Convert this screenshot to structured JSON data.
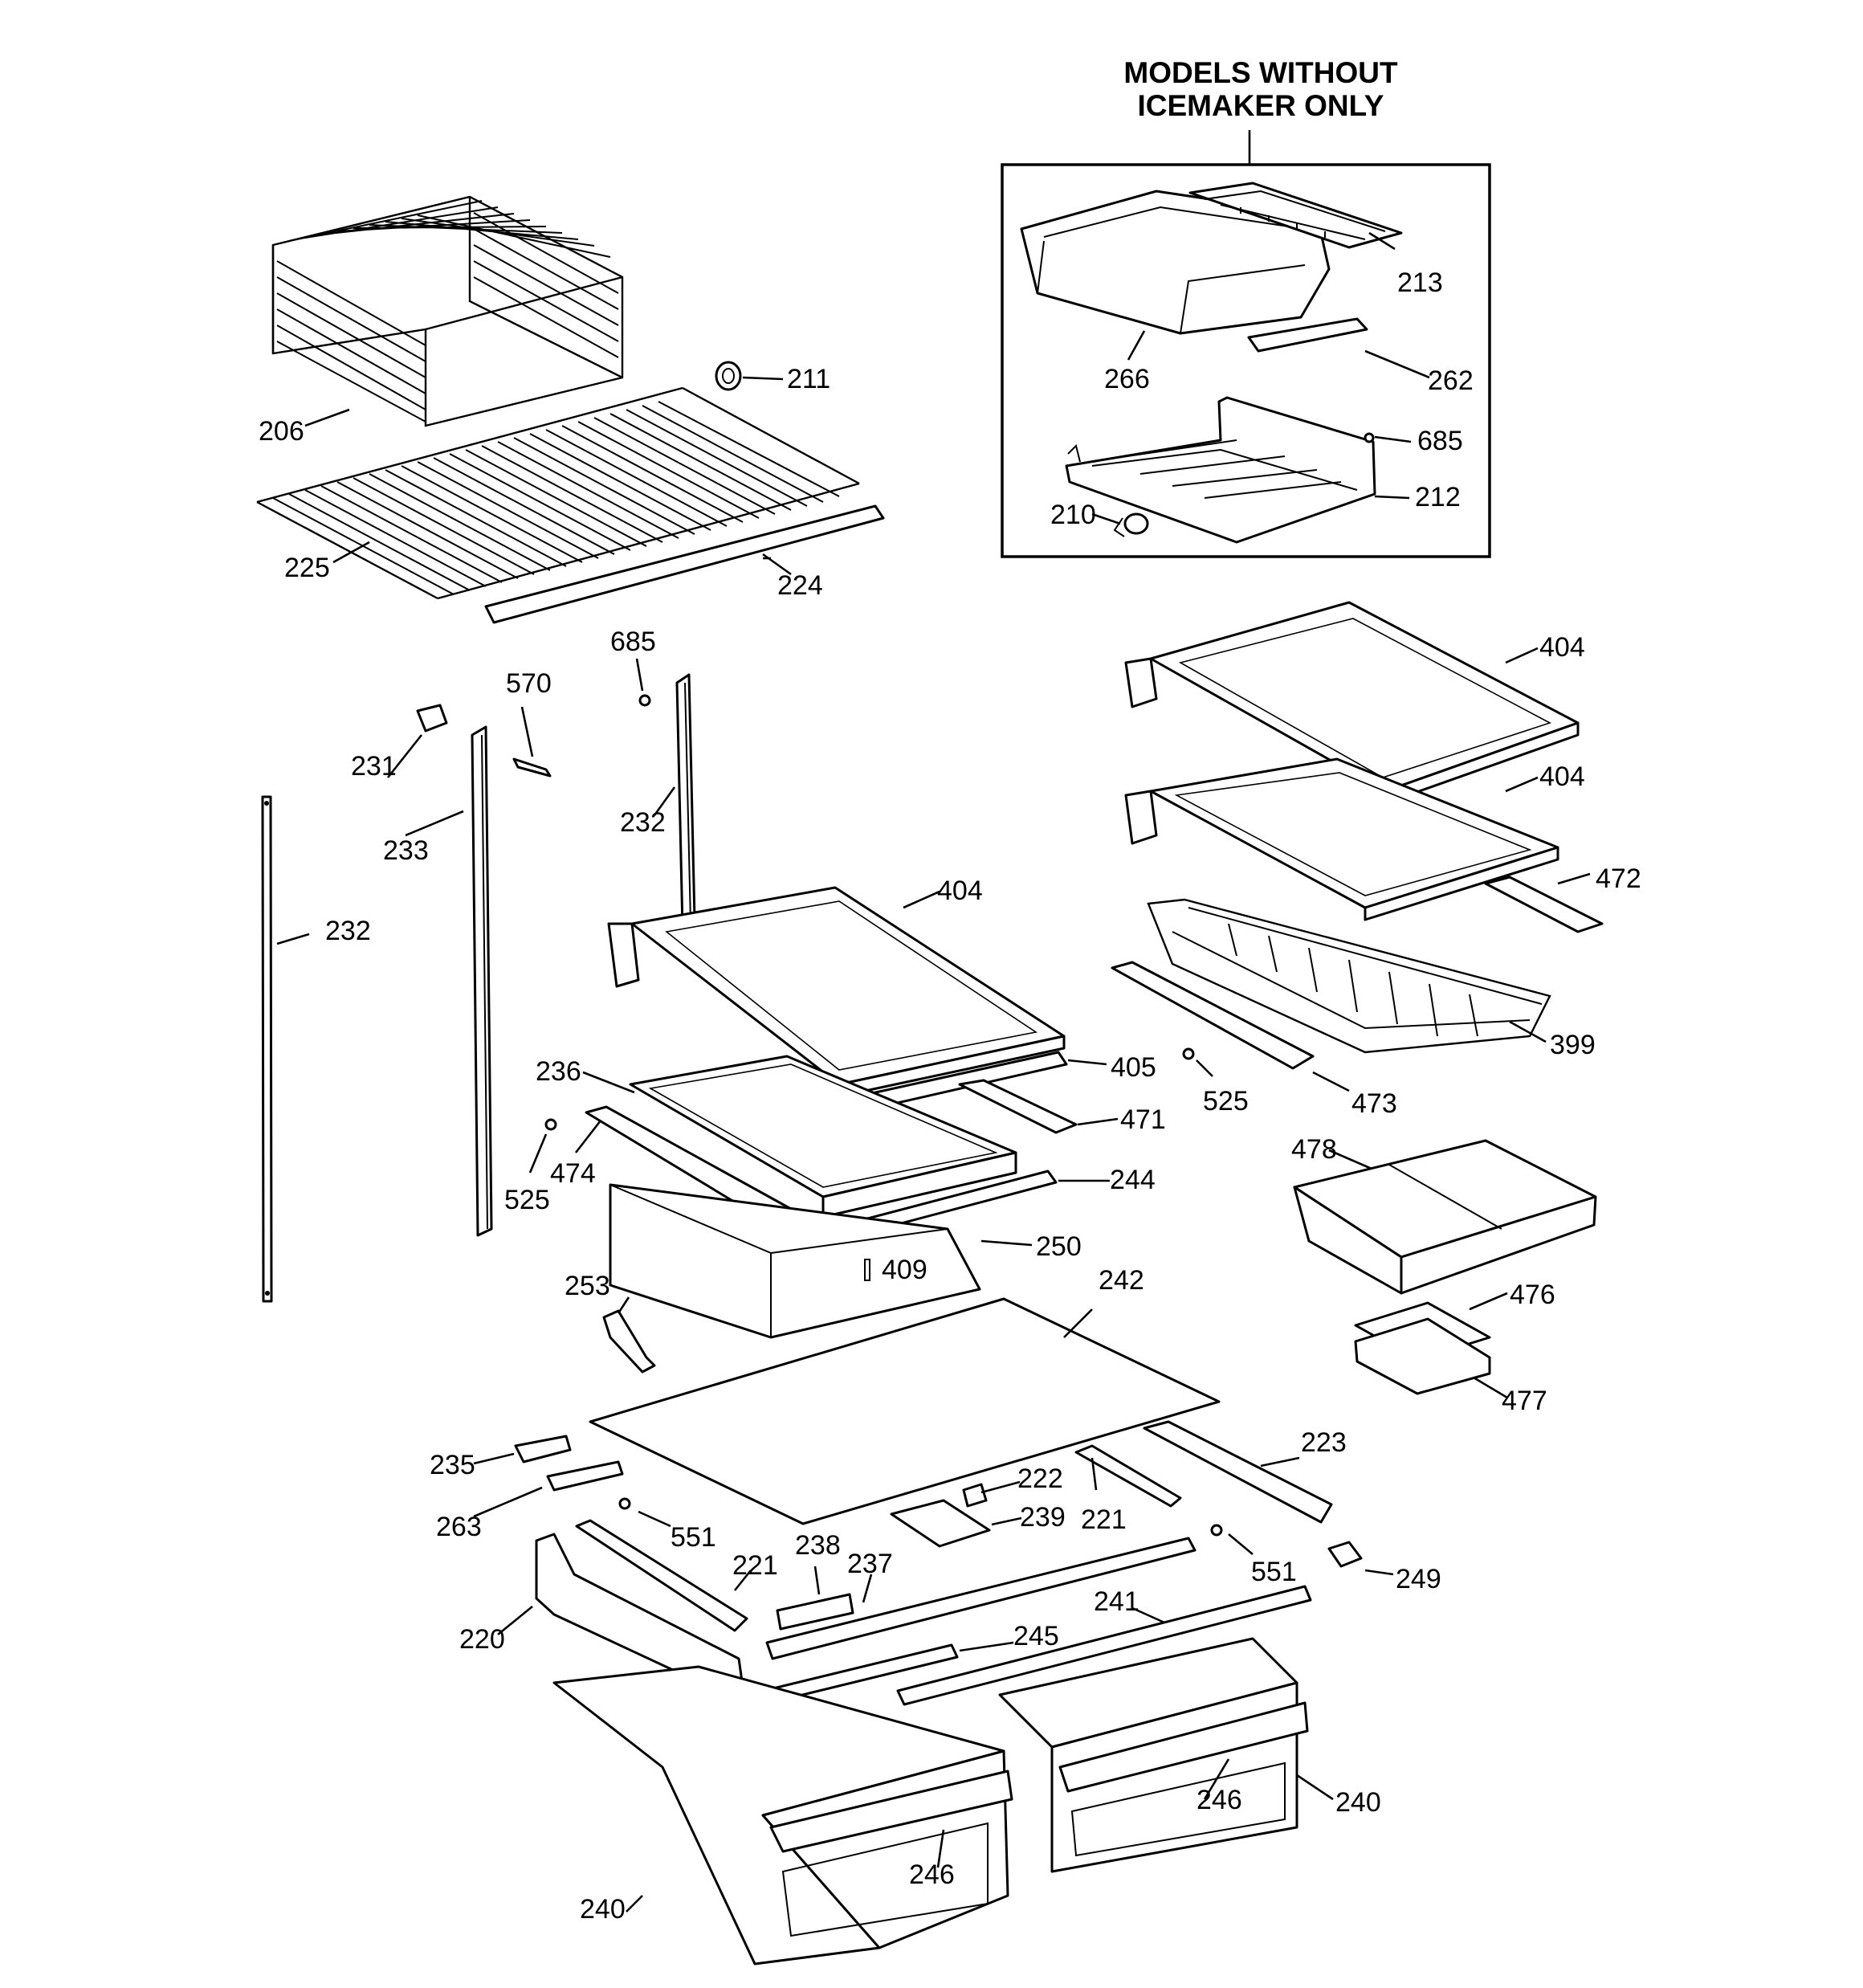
{
  "inset": {
    "title_line1": "MODELS WITHOUT",
    "title_line2": "ICEMAKER ONLY"
  },
  "callouts": {
    "c206": "206",
    "c211": "211",
    "c225": "225",
    "c224": "224",
    "c213": "213",
    "c266": "266",
    "c262": "262",
    "c685a": "685",
    "c212": "212",
    "c210": "210",
    "c685b": "685",
    "c570": "570",
    "c231": "231",
    "c232a": "232",
    "c233": "233",
    "c232b": "232",
    "c404a": "404",
    "c404b": "404",
    "c472": "472",
    "c399": "399",
    "c473": "473",
    "c525a": "525",
    "c404c": "404",
    "c236": "236",
    "c405": "405",
    "c471": "471",
    "c474": "474",
    "c525b": "525",
    "c244": "244",
    "c250": "250",
    "c409": "409",
    "c478": "478",
    "c476": "476",
    "c477": "477",
    "c253": "253",
    "c242": "242",
    "c235": "235",
    "c263": "263",
    "c222": "222",
    "c223": "223",
    "c239": "239",
    "c221a": "221",
    "c551a": "551",
    "c221b": "221",
    "c238": "238",
    "c237": "237",
    "c551b": "551",
    "c249": "249",
    "c220": "220",
    "c241": "241",
    "c245": "245",
    "c246a": "246",
    "c240a": "240",
    "c246b": "246",
    "c240b": "240"
  }
}
